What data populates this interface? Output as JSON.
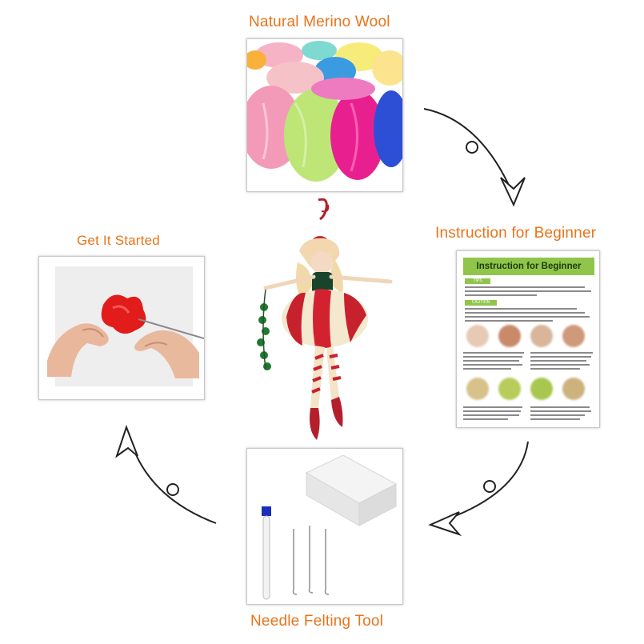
{
  "labels": {
    "top": "Natural Merino Wool",
    "right": "Instruction for Beginner",
    "left": "Get It Started",
    "bottom": "Needle Felting Tool"
  },
  "sheet": {
    "header": "Instruction for Beginner",
    "tips_tag": "TIPS",
    "caution_tag": "CAUTION"
  },
  "colors": {
    "label_orange": "#e8741b",
    "sheet_green": "#8fc54a",
    "arrow": "#222222"
  }
}
